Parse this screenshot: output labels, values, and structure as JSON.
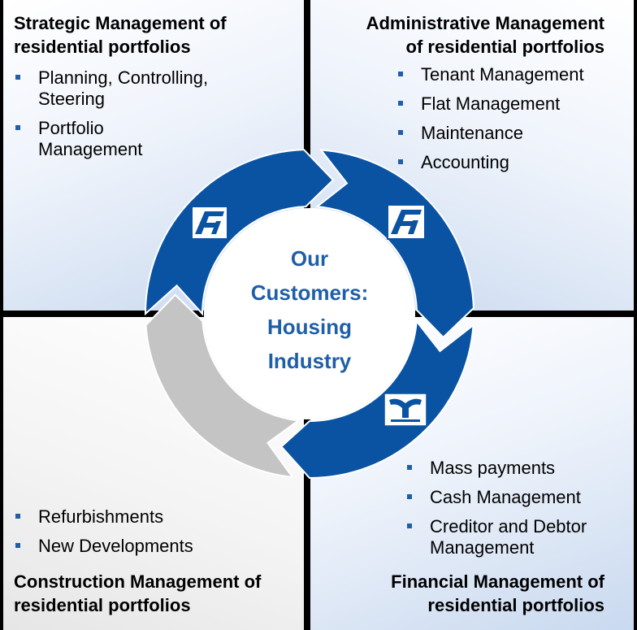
{
  "quadrants": {
    "top_left": {
      "title": [
        "Strategic Management of",
        "residential portfolios"
      ],
      "items": [
        "Planning, Controlling, Steering",
        "Portfolio Management"
      ]
    },
    "top_right": {
      "title": [
        "Administrative Management",
        "of residential portfolios"
      ],
      "items": [
        "Tenant Management",
        "Flat Management",
        "Maintenance",
        "Accounting"
      ]
    },
    "bottom_left": {
      "title": [
        "Construction Management of",
        "residential portfolios"
      ],
      "items": [
        "Refurbishments",
        "New Developments"
      ]
    },
    "bottom_right": {
      "title": [
        "Financial Management of",
        "residential portfolios"
      ],
      "items": [
        "Mass payments",
        "Cash Management",
        "Creditor and Debtor Management"
      ]
    }
  },
  "center": [
    "Our",
    "Customers:",
    "Housing",
    "Industry"
  ],
  "colors": {
    "blue": "#0a53a3",
    "gray": "#c4c4c4",
    "accent_text": "#1f5fa8"
  },
  "logos": [
    "company-logo-icon",
    "company-logo-icon",
    "bank-eagle-logo-icon"
  ]
}
